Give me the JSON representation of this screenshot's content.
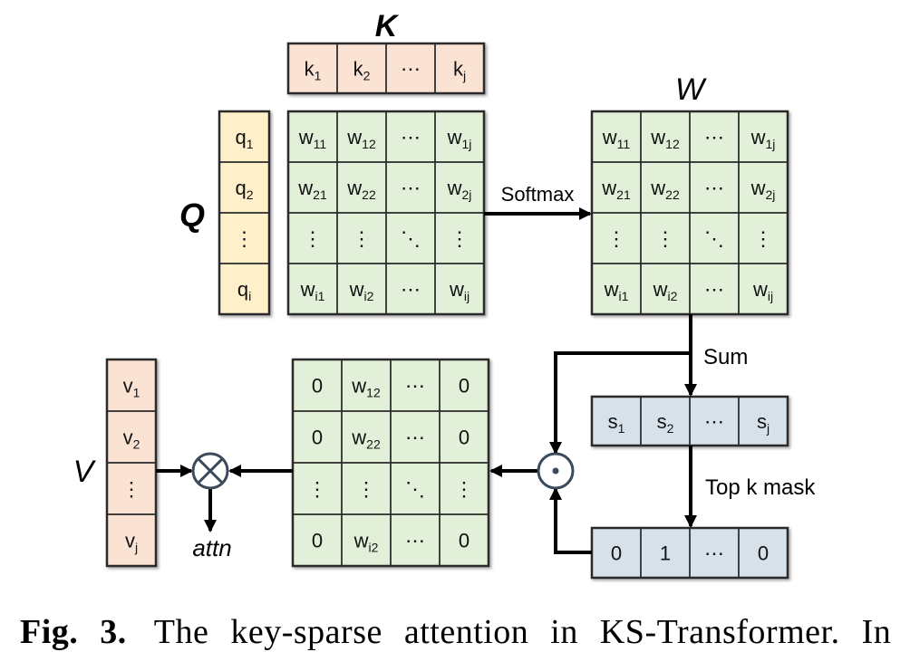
{
  "labels": {
    "K": "K",
    "W": "W",
    "Q": "Q",
    "V": "V",
    "softmax": "Softmax",
    "sum": "Sum",
    "topk": "Top k mask",
    "attn": "attn"
  },
  "colors": {
    "key_value": "#fbe3d4",
    "query": "#fff0c9",
    "weights": "#e2f0d9",
    "scores": "#d7e1ea",
    "border": "#2b2b2b"
  },
  "K_row": [
    [
      "k",
      "1"
    ],
    [
      "k",
      "2"
    ],
    [
      "⋯",
      ""
    ],
    [
      "k",
      "j"
    ]
  ],
  "Q_col": [
    [
      "q",
      "1"
    ],
    [
      "q",
      "2"
    ],
    [
      "⋮",
      ""
    ],
    [
      "q",
      "i"
    ]
  ],
  "V_col": [
    [
      "v",
      "1"
    ],
    [
      "v",
      "2"
    ],
    [
      "⋮",
      ""
    ],
    [
      "v",
      "j"
    ]
  ],
  "W_matrix": [
    [
      [
        "w",
        "11"
      ],
      [
        "w",
        "12"
      ],
      [
        "⋯",
        ""
      ],
      [
        "w",
        "1j"
      ]
    ],
    [
      [
        "w",
        "21"
      ],
      [
        "w",
        "22"
      ],
      [
        "⋯",
        ""
      ],
      [
        "w",
        "2j"
      ]
    ],
    [
      [
        "⋮",
        ""
      ],
      [
        "⋮",
        ""
      ],
      [
        "⋱",
        ""
      ],
      [
        "⋮",
        ""
      ]
    ],
    [
      [
        "w",
        "i1"
      ],
      [
        "w",
        "i2"
      ],
      [
        "⋯",
        ""
      ],
      [
        "w",
        "ij"
      ]
    ]
  ],
  "W_softmax_matrix": [
    [
      [
        "w",
        "11"
      ],
      [
        "w",
        "12"
      ],
      [
        "⋯",
        ""
      ],
      [
        "w",
        "1j"
      ]
    ],
    [
      [
        "w",
        "21"
      ],
      [
        "w",
        "22"
      ],
      [
        "⋯",
        ""
      ],
      [
        "w",
        "2j"
      ]
    ],
    [
      [
        "⋮",
        ""
      ],
      [
        "⋮",
        ""
      ],
      [
        "⋱",
        ""
      ],
      [
        "⋮",
        ""
      ]
    ],
    [
      [
        "w",
        "i1"
      ],
      [
        "w",
        "i2"
      ],
      [
        "⋯",
        ""
      ],
      [
        "w",
        "ij"
      ]
    ]
  ],
  "masked_matrix": [
    [
      [
        "0",
        ""
      ],
      [
        "w",
        "12"
      ],
      [
        "⋯",
        ""
      ],
      [
        "0",
        ""
      ]
    ],
    [
      [
        "0",
        ""
      ],
      [
        "w",
        "22"
      ],
      [
        "⋯",
        ""
      ],
      [
        "0",
        ""
      ]
    ],
    [
      [
        "⋮",
        ""
      ],
      [
        "⋮",
        ""
      ],
      [
        "⋱",
        ""
      ],
      [
        "⋮",
        ""
      ]
    ],
    [
      [
        "0",
        ""
      ],
      [
        "w",
        "i2"
      ],
      [
        "⋯",
        ""
      ],
      [
        "0",
        ""
      ]
    ]
  ],
  "S_row": [
    [
      "s",
      "1"
    ],
    [
      "s",
      "2"
    ],
    [
      "⋯",
      ""
    ],
    [
      "s",
      "j"
    ]
  ],
  "mask_row": [
    [
      "0",
      ""
    ],
    [
      "1",
      ""
    ],
    [
      "⋯",
      ""
    ],
    [
      "0",
      ""
    ]
  ],
  "operators": {
    "hadamard": "⊙",
    "multiply": "⊗"
  },
  "caption": {
    "prefix": "Fig. 3.",
    "text": "The key-sparse attention in KS-Transformer. In"
  }
}
